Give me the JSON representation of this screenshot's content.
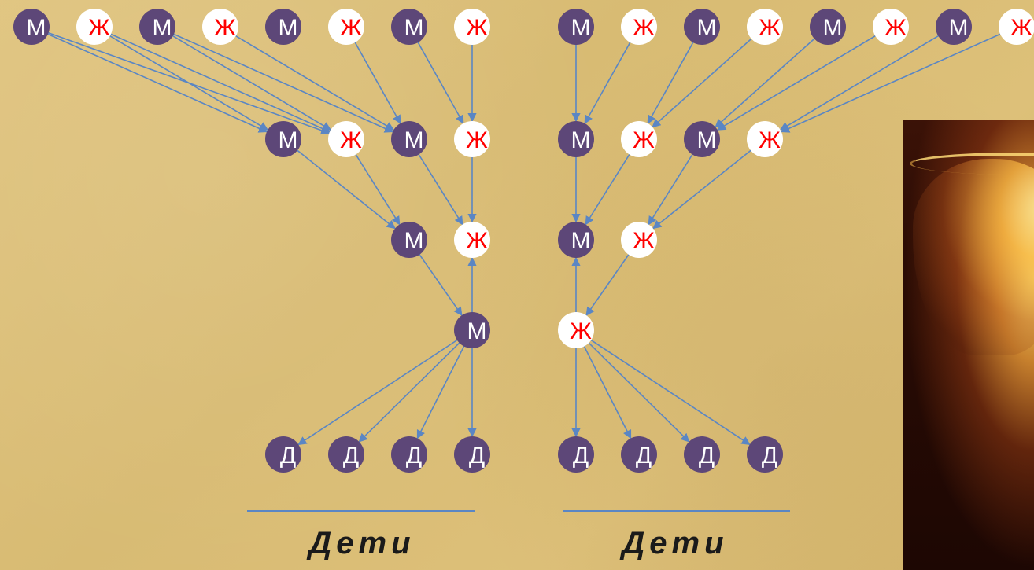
{
  "labels": {
    "male": "М",
    "female": "Ж",
    "child": "Д"
  },
  "footer": {
    "left_label": "Дети",
    "right_label": "Дети"
  },
  "colors": {
    "dark_node": "#5d4778",
    "light_node": "#ffffff",
    "arrow": "#5a86c4",
    "female_text": "#ff0000",
    "node_text": "#ffffff",
    "footer_text": "#1a1a1a",
    "line": "#5a86c4"
  },
  "image": {
    "icon": "chalice-photo"
  }
}
